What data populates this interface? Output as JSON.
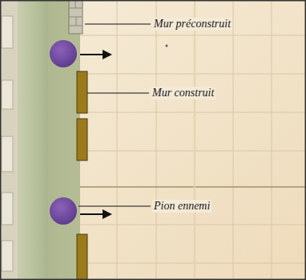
{
  "diagram": {
    "labels": [
      "Mur préconstruit",
      "Mur construit",
      "Pion ennemi"
    ]
  }
}
